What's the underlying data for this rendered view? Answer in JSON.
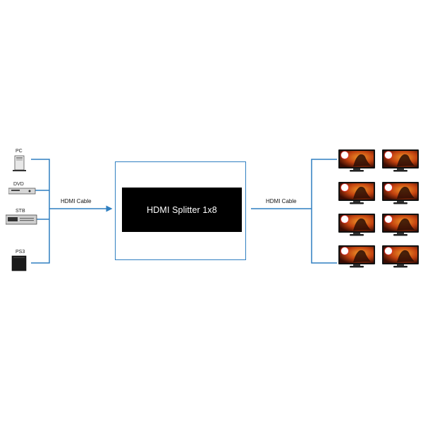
{
  "sources": [
    {
      "label": "PC",
      "icon": "pc-tower-icon"
    },
    {
      "label": "DVD",
      "icon": "dvd-player-icon"
    },
    {
      "label": "STB",
      "icon": "set-top-box-icon"
    },
    {
      "label": "PS3",
      "icon": "ps3-console-icon"
    }
  ],
  "left_cable_label": "HDMI  Cable",
  "splitter": {
    "title": "HDMI Splitter 1x8"
  },
  "right_cable_label": "HDMI  Cable",
  "displays": {
    "count": 8,
    "icon": "tv-display-icon"
  },
  "colors": {
    "line": "#2f7fc1",
    "splitter_bg": "#000000",
    "splitter_text": "#ffffff"
  }
}
